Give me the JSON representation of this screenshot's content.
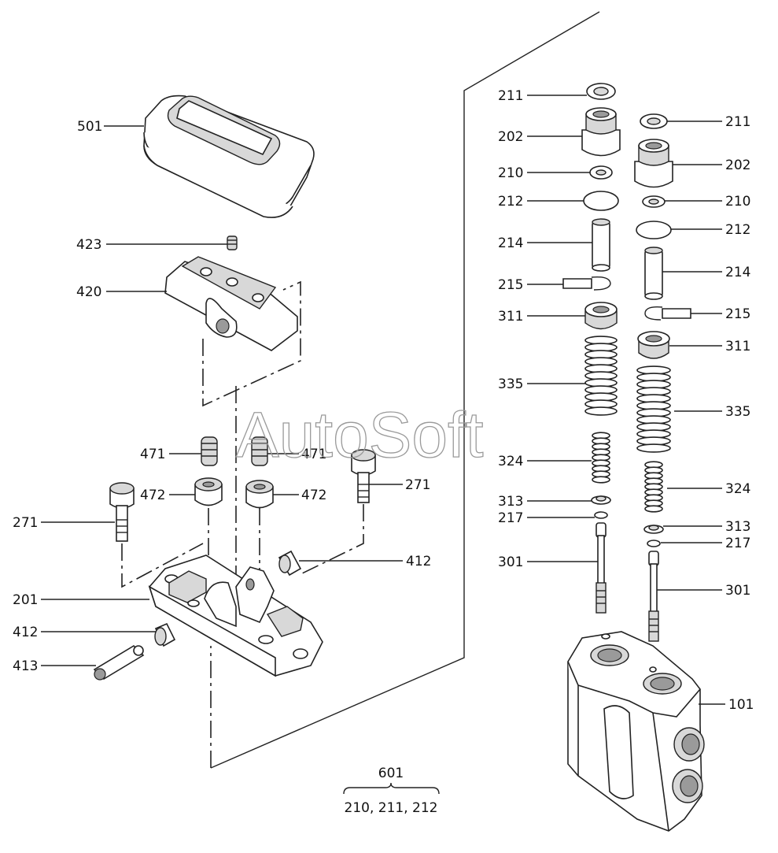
{
  "watermark": "AutoSoft",
  "parts": [
    {
      "id": "l-501",
      "label": "501"
    },
    {
      "id": "l-423",
      "label": "423"
    },
    {
      "id": "l-420",
      "label": "420"
    },
    {
      "id": "l-471a",
      "label": "471"
    },
    {
      "id": "l-471b",
      "label": "471"
    },
    {
      "id": "l-472a",
      "label": "472"
    },
    {
      "id": "l-472b",
      "label": "472"
    },
    {
      "id": "l-271a",
      "label": "271"
    },
    {
      "id": "l-271b",
      "label": "271"
    },
    {
      "id": "l-412a",
      "label": "412"
    },
    {
      "id": "l-412b",
      "label": "412"
    },
    {
      "id": "l-201",
      "label": "201"
    },
    {
      "id": "l-413",
      "label": "413"
    },
    {
      "id": "l-211a",
      "label": "211"
    },
    {
      "id": "l-202a",
      "label": "202"
    },
    {
      "id": "l-210a",
      "label": "210"
    },
    {
      "id": "l-212a",
      "label": "212"
    },
    {
      "id": "l-214a",
      "label": "214"
    },
    {
      "id": "l-215a",
      "label": "215"
    },
    {
      "id": "l-311a",
      "label": "311"
    },
    {
      "id": "l-335a",
      "label": "335"
    },
    {
      "id": "l-324a",
      "label": "324"
    },
    {
      "id": "l-313a",
      "label": "313"
    },
    {
      "id": "l-217a",
      "label": "217"
    },
    {
      "id": "l-301a",
      "label": "301"
    },
    {
      "id": "l-211b",
      "label": "211"
    },
    {
      "id": "l-202b",
      "label": "202"
    },
    {
      "id": "l-210b",
      "label": "210"
    },
    {
      "id": "l-212b",
      "label": "212"
    },
    {
      "id": "l-214b",
      "label": "214"
    },
    {
      "id": "l-215b",
      "label": "215"
    },
    {
      "id": "l-311b",
      "label": "311"
    },
    {
      "id": "l-335b",
      "label": "335"
    },
    {
      "id": "l-324b",
      "label": "324"
    },
    {
      "id": "l-313b",
      "label": "313"
    },
    {
      "id": "l-217b",
      "label": "217"
    },
    {
      "id": "l-301b",
      "label": "301"
    },
    {
      "id": "l-101",
      "label": "101"
    }
  ],
  "kit": {
    "number": "601",
    "contents": "210, 211, 212"
  }
}
